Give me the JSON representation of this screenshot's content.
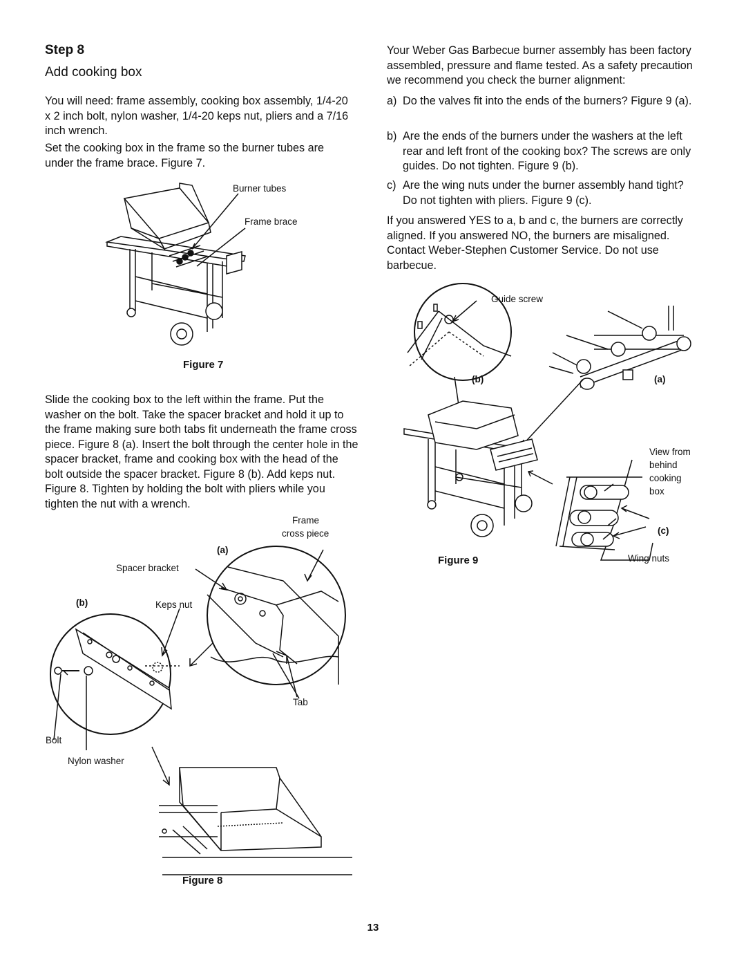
{
  "step": {
    "heading": "Step 8",
    "subheading": "Add cooking box"
  },
  "left": {
    "p1": "You will need: frame assembly, cooking box assembly, 1/4-20 x 2 inch bolt, nylon washer, 1/4-20 keps nut, pliers and a 7/16 inch wrench.",
    "p2": "Set the cooking box in the frame so the burner tubes are under the frame brace. Figure 7.",
    "p3": "Slide the cooking box to the left within the frame. Put the washer on the bolt. Take the spacer bracket and hold it up to the frame making sure both tabs fit underneath the frame cross piece. Figure 8 (a). Insert the bolt through the center hole in the spacer bracket, frame and cooking box with the head of the bolt outside the spacer bracket. Figure 8 (b). Add keps nut. Figure 8. Tighten by holding the bolt with pliers while you tighten the nut with a wrench."
  },
  "right": {
    "intro": "Your Weber Gas Barbecue burner assembly has been factory assembled, pressure and flame tested. As a safety precaution we recommend you check the burner alignment:",
    "checks": [
      {
        "label": "a)",
        "text": "Do the valves fit into the ends of the burners? Figure 9 (a)."
      },
      {
        "label": "b)",
        "text": "Are the ends of the burners under the washers at the left rear and left front of the cooking box? The screws are only guides. Do not tighten. Figure 9 (b)."
      },
      {
        "label": "c)",
        "text": "Are the wing nuts under the burner assembly hand tight? Do not tighten with pliers. Figure 9 (c)."
      }
    ],
    "outro": "If you answered YES to a, b and c, the burners are correctly aligned. If you answered NO, the burners are misaligned. Contact Weber-Stephen Customer Service. Do not use barbecue."
  },
  "figure7": {
    "caption": "Figure 7",
    "labels": {
      "burner_tubes": "Burner tubes",
      "frame_brace": "Frame brace"
    }
  },
  "figure8": {
    "caption": "Figure 8",
    "labels": {
      "frame_cross_piece_1": "Frame",
      "frame_cross_piece_2": "cross piece",
      "a": "(a)",
      "spacer_bracket": "Spacer bracket",
      "b": "(b)",
      "keps_nut": "Keps nut",
      "tab": "Tab",
      "bolt": "Bolt",
      "nylon_washer": "Nylon washer"
    }
  },
  "figure9": {
    "caption": "Figure 9",
    "labels": {
      "guide_screw": "Guide screw",
      "b": "(b)",
      "a": "(a)",
      "view_1": "View from",
      "view_2": "behind",
      "view_3": "cooking",
      "view_4": "box",
      "c": "(c)",
      "wing_nuts": "Wing nuts"
    }
  },
  "page_number": "13"
}
